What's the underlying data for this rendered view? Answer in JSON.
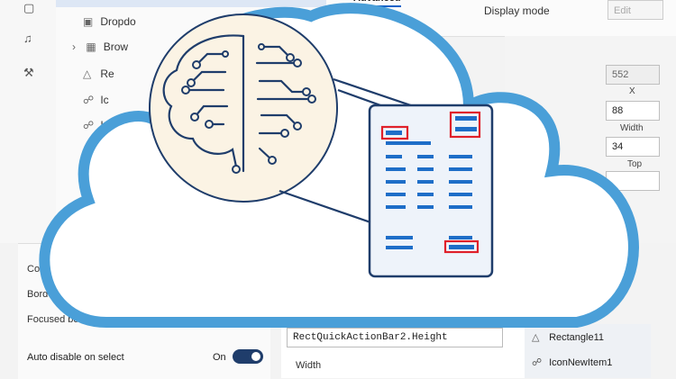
{
  "tree": {
    "items": [
      {
        "icon": "dropdown-icon",
        "label": "Dropdo"
      },
      {
        "icon": "gallery-icon",
        "label": "Brow"
      },
      {
        "icon": "shape-icon",
        "label": "Re"
      },
      {
        "icon": "icon-shape-icon",
        "label": "Ic"
      },
      {
        "icon": "icon-shape-icon",
        "label": "Ic"
      }
    ]
  },
  "top_bar": {
    "tab_label": "Advanced",
    "display_mode_label": "Display mode",
    "display_mode_value": "Edit"
  },
  "props": {
    "x_value": "552",
    "x_label": "X",
    "width_value": "88",
    "width_label": "Width",
    "y_value": "34",
    "y_label": "Top"
  },
  "bottom_left": {
    "row1": "Co",
    "row2": "Borde",
    "row3": "Focused bord",
    "toggle_label": "Auto disable on select",
    "toggle_state": "On"
  },
  "formula": {
    "value": "RectQuickActionBar2.Height",
    "sub_label": "Width"
  },
  "right_list": {
    "items": [
      {
        "icon": "rectangle-icon",
        "label": "Rectangle11"
      },
      {
        "icon": "icon-shape-icon",
        "label": "IconNewItem1"
      }
    ]
  },
  "colors": {
    "cloud_stroke": "#4a9fd8",
    "cloud_fill": "#ffffff",
    "circle_fill": "#fbf3e4",
    "ink": "#1f3d6b",
    "highlight_red": "#e0202a",
    "doc_fill": "#eef3fa",
    "accent_bar": "#1e6ec8"
  }
}
